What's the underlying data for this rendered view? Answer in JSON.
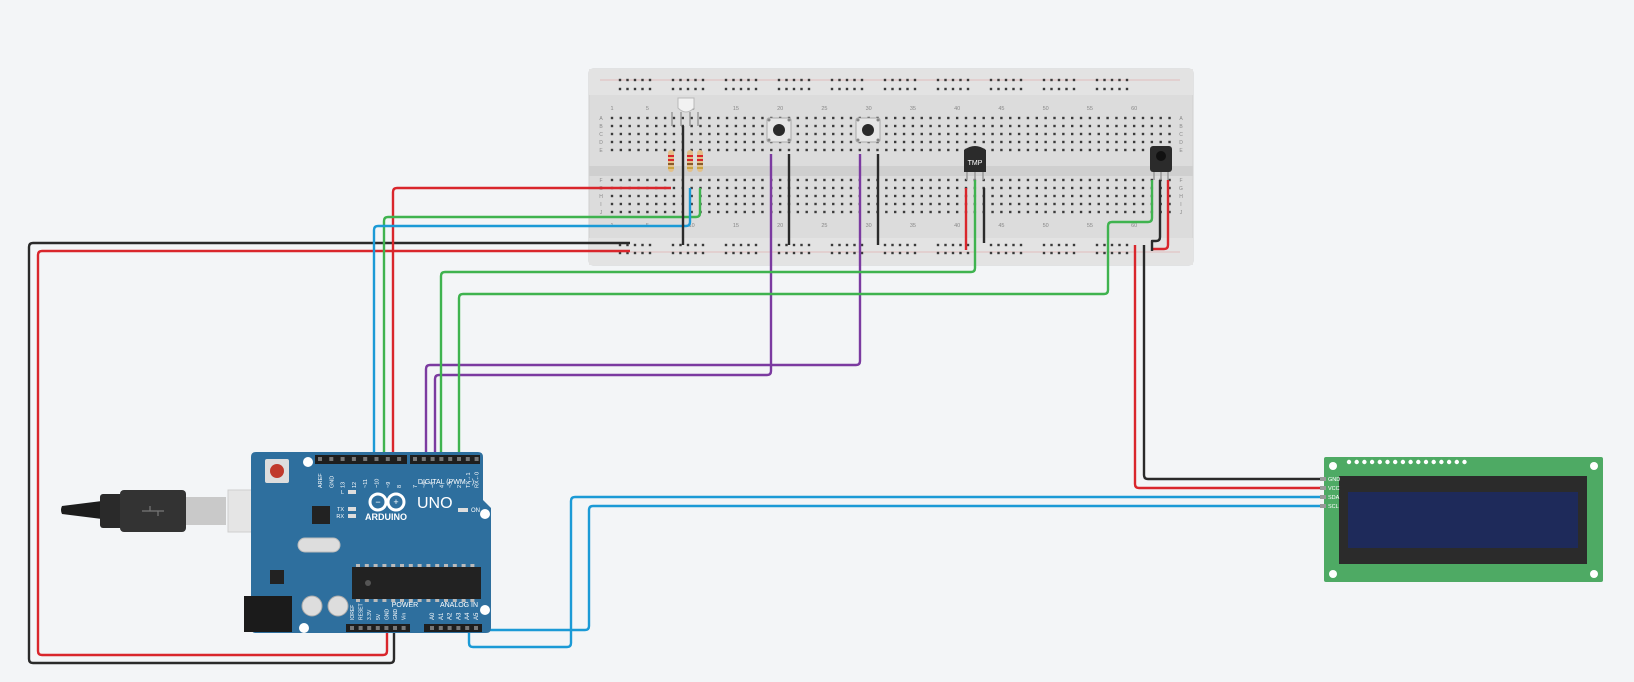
{
  "breadboard": {
    "col_numbers": [
      "1",
      "5",
      "10",
      "15",
      "20",
      "25",
      "30",
      "35",
      "40",
      "45",
      "50",
      "55",
      "60"
    ],
    "row_letters_top": [
      "A",
      "B",
      "C",
      "D",
      "E"
    ],
    "row_letters_bottom": [
      "F",
      "G",
      "H",
      "I",
      "J"
    ]
  },
  "arduino": {
    "brand": "ARDUINO",
    "model": "UNO",
    "on_label": "ON",
    "digital_label": "DIGITAL (PWM ~)",
    "power_label": "POWER",
    "analog_label": "ANALOG IN",
    "led_labels": [
      "L",
      "TX",
      "RX"
    ],
    "digital_pins": [
      "AREF",
      "GND",
      "13",
      "12",
      "~11",
      "~10",
      "~9",
      "8",
      "7",
      "~6",
      "~5",
      "4",
      "~3",
      "2",
      "TX→1",
      "RX←0"
    ],
    "power_pins": [
      "IOREF",
      "RESET",
      "3.3V",
      "5V",
      "GND",
      "GND",
      "Vin"
    ],
    "analog_pins": [
      "A0",
      "A1",
      "A2",
      "A3",
      "A4",
      "A5"
    ]
  },
  "sensor": {
    "label": "TMP"
  },
  "lcd": {
    "pin_labels": [
      "GND",
      "VCC",
      "SDA",
      "SCL"
    ]
  },
  "colors": {
    "wire_red": "#d9262c",
    "wire_black": "#2a2a2a",
    "wire_green": "#3fb34f",
    "wire_blue": "#1b9ad6",
    "wire_purple": "#7b3aa0",
    "board_blue": "#2e6f9e",
    "lcd_green": "#4eaa64",
    "lcd_screen": "#1e2a5a"
  }
}
